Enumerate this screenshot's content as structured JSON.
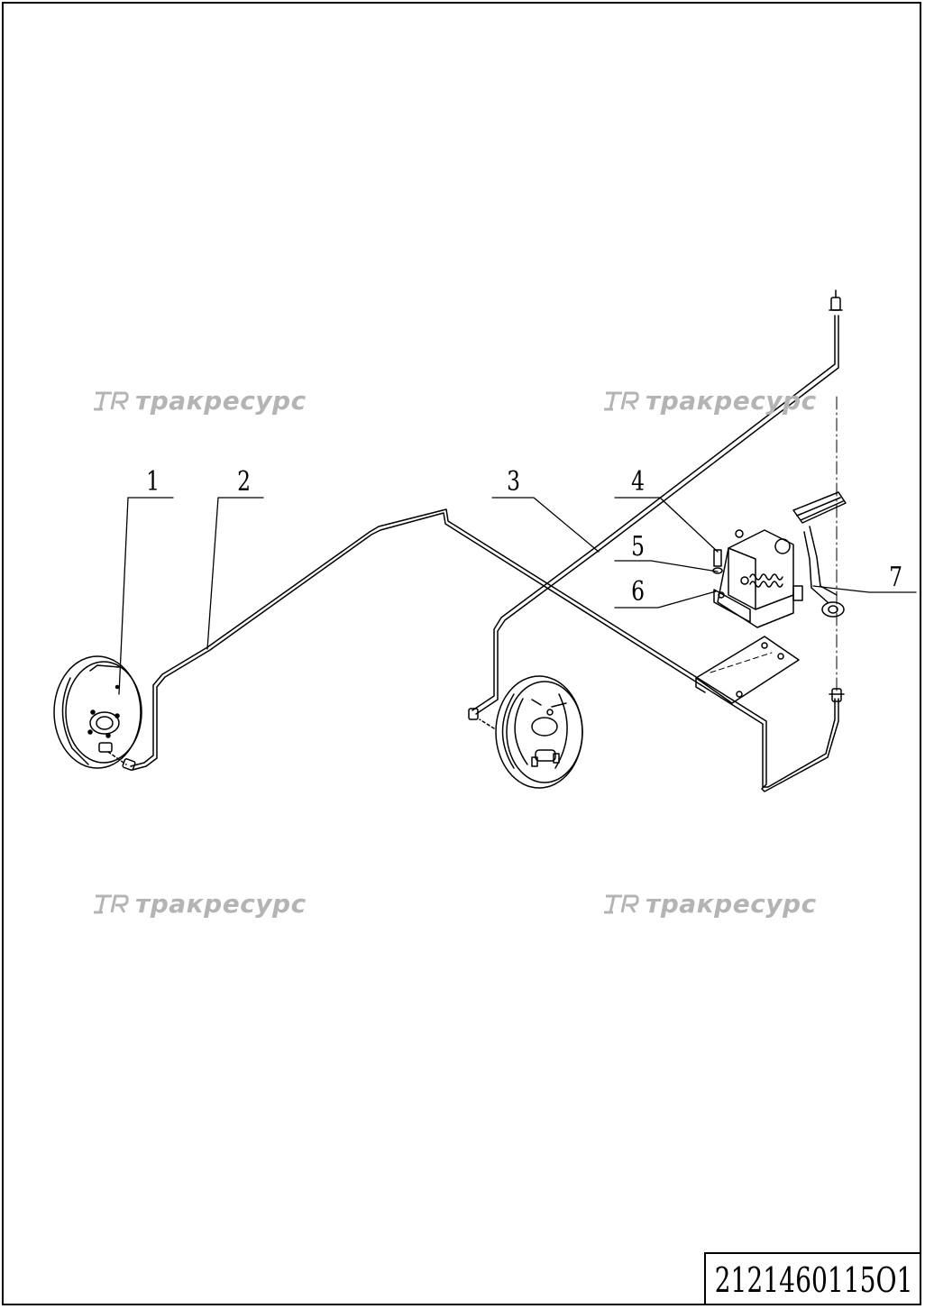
{
  "watermark": {
    "text": "тракресурс",
    "color": "#b4b4b4",
    "icon": "tr-logo-icon"
  },
  "callouts": [
    "1",
    "2",
    "3",
    "4",
    "5",
    "6",
    "7"
  ],
  "drawing_number": "2121460115O1"
}
